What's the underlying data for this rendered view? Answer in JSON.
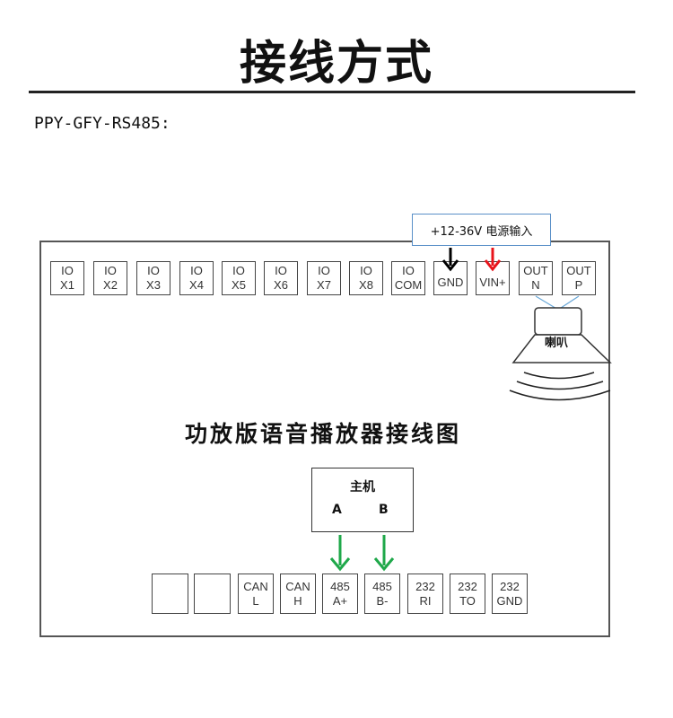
{
  "page": {
    "title": "接线方式",
    "model": "PPY-GFY-RS485:"
  },
  "power": {
    "label": "+12-36V 电源输入"
  },
  "top_terminals": [
    {
      "l1": "IO",
      "l2": "X1"
    },
    {
      "l1": "IO",
      "l2": "X2"
    },
    {
      "l1": "IO",
      "l2": "X3"
    },
    {
      "l1": "IO",
      "l2": "X4"
    },
    {
      "l1": "IO",
      "l2": "X5"
    },
    {
      "l1": "IO",
      "l2": "X6"
    },
    {
      "l1": "IO",
      "l2": "X7"
    },
    {
      "l1": "IO",
      "l2": "X8"
    },
    {
      "l1": "IO",
      "l2": "COM"
    },
    {
      "l1": "GND",
      "l2": ""
    },
    {
      "l1": "VIN+",
      "l2": ""
    },
    {
      "l1": "OUT",
      "l2": "N"
    },
    {
      "l1": "OUT",
      "l2": "P"
    }
  ],
  "bottom_terminals": [
    {
      "l1": "",
      "l2": ""
    },
    {
      "l1": "",
      "l2": ""
    },
    {
      "l1": "CAN",
      "l2": "L"
    },
    {
      "l1": "CAN",
      "l2": "H"
    },
    {
      "l1": "485",
      "l2": "A+"
    },
    {
      "l1": "485",
      "l2": "B-"
    },
    {
      "l1": "232",
      "l2": "RI"
    },
    {
      "l1": "232",
      "l2": "TO"
    },
    {
      "l1": "232",
      "l2": "GND"
    }
  ],
  "speaker": {
    "label": "喇叭"
  },
  "diagram_title": "功放版语音播放器接线图",
  "host": {
    "label": "主机",
    "a": "A",
    "b": "B"
  },
  "colors": {
    "gnd_arrow": "#000000",
    "vin_arrow": "#e8141b",
    "data_arrow": "#1fa84a",
    "speaker_wire": "#6aa8d8"
  }
}
